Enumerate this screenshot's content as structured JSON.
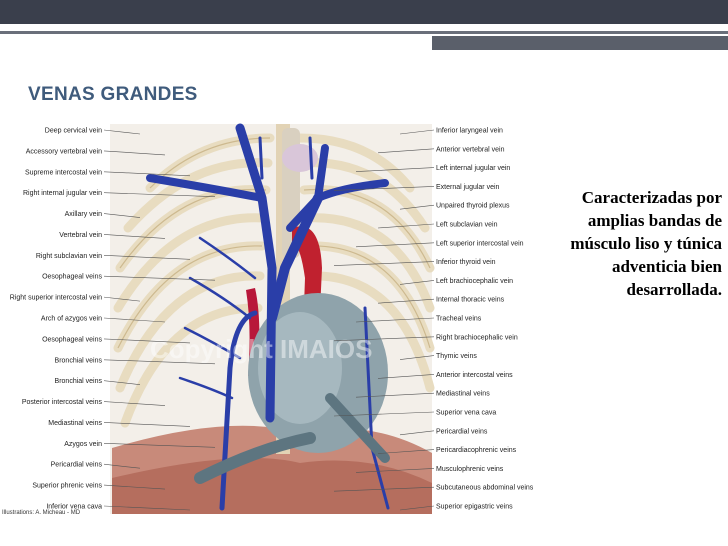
{
  "slide": {
    "title": "VENAS GRANDES",
    "body": "Caracterizadas por amplias bandas de músculo liso y túnica adventicia bien desarrollada."
  },
  "figure": {
    "left_labels": [
      "Deep cervical vein",
      "Accessory vertebral vein",
      "Supreme intercostal vein",
      "Right internal jugular vein",
      "Axillary vein",
      "Vertebral vein",
      "Right subclavian vein",
      "Oesophageal veins",
      "Right superior intercostal vein",
      "Arch of azygos vein",
      "Oesophageal veins",
      "Bronchial veins",
      "Bronchial veins",
      "Posterior intercostal veins",
      "Mediastinal veins",
      "Azygos vein",
      "Pericardial veins",
      "Superior phrenic veins",
      "Inferior vena cava"
    ],
    "right_labels": [
      "Inferior laryngeal vein",
      "Anterior vertebral vein",
      "Left internal jugular vein",
      "External jugular vein",
      "Unpaired thyroid plexus",
      "Left subclavian vein",
      "Left superior intercostal vein",
      "Inferior thyroid vein",
      "Left brachiocephalic vein",
      "Internal thoracic veins",
      "Tracheal veins",
      "Right brachiocephalic vein",
      "Thymic veins",
      "Anterior intercostal veins",
      "Mediastinal veins",
      "Superior vena cava",
      "Pericardial veins",
      "Pericardiacophrenic veins",
      "Musculophrenic veins",
      "Subcutaneous abdominal veins",
      "Superior epigastric veins"
    ],
    "credit": "Illustrations: A. Micheau - MD",
    "watermark": "Copyright IMAIOS"
  }
}
